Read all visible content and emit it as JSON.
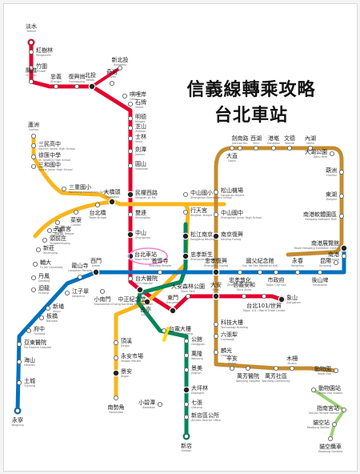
{
  "title": {
    "line1": "信義線轉乘攻略",
    "line2": "台北車站"
  },
  "colors": {
    "red": "#e3002c",
    "orange": "#f8b61c",
    "green": "#008659",
    "blue": "#0070bd",
    "brown": "#c48c31",
    "yellow": "#fedb00",
    "lightgreen": "#9bd073",
    "highlight": "#ee82d6"
  },
  "stations": {
    "tamsui": {
      "zh": "淡水",
      "en": "Tamsui"
    },
    "hongshulin": {
      "zh": "紅樹林",
      "en": "Hongshulin"
    },
    "zhuwei": {
      "zh": "竹圍",
      "en": "Zhuwei"
    },
    "guandu": {
      "zh": "關渡",
      "en": "Guandu"
    },
    "zhongyi": {
      "zh": "忠義",
      "en": "Zhongyi"
    },
    "fuxinggang": {
      "zh": "復興崗",
      "en": "Fuxinggang"
    },
    "beitou": {
      "zh": "北投",
      "en": "Beitou"
    },
    "xinbeitou": {
      "zh": "新北投",
      "en": "Xinbeitou"
    },
    "qiyan": {
      "zh": "奇岩",
      "en": "Qiyan"
    },
    "qilian": {
      "zh": "唭哩岸",
      "en": "Qilian"
    },
    "shipai": {
      "zh": "石牌",
      "en": "Shipai"
    },
    "mingde": {
      "zh": "明德",
      "en": "Mingde"
    },
    "zhishan": {
      "zh": "芝山",
      "en": "Zhishan"
    },
    "shilin": {
      "zh": "士林",
      "en": "Shilin"
    },
    "jiantan": {
      "zh": "劍潭",
      "en": "Jiantan"
    },
    "yuanshan": {
      "zh": "圓山",
      "en": "Yuanshan"
    },
    "minquanwrd": {
      "zh": "民權西路",
      "en": "Minquan W. Rd."
    },
    "shuanglian": {
      "zh": "雙連",
      "en": "Shuanglian"
    },
    "zhongshan": {
      "zh": "中山",
      "en": "Zhongshan"
    },
    "taipeimain": {
      "zh": "台北車站",
      "en": "Taipei Main Station"
    },
    "ntuh": {
      "zh": "台大醫院",
      "en": "NTU Hospital"
    },
    "cks": {
      "zh": "中正紀念堂",
      "en": "Chiang Kai-Shek Memorial Hall"
    },
    "dongmen": {
      "zh": "東門",
      "en": "Dongmen"
    },
    "daanpark": {
      "zh": "大安森林公園",
      "en": "Daan Park"
    },
    "daan": {
      "zh": "大安",
      "en": "Daan"
    },
    "xinyianhe": {
      "zh": "信義安和",
      "en": "Xinyi Anhe"
    },
    "taipei101": {
      "zh": "台北101/世貿",
      "en": "Taipei 101 / World Trade Center"
    },
    "xiangshan": {
      "zh": "象山",
      "en": "Xiangshan"
    },
    "luzhou": {
      "zh": "蘆洲",
      "en": "Luzhou"
    },
    "sanminhs": {
      "zh": "三民高中",
      "en": "Sanmin Senior High School"
    },
    "xuheshs": {
      "zh": "徐匯中學",
      "en": "St. Ignatius High School"
    },
    "sanhejhs": {
      "zh": "三和國中",
      "en": "Sanhe Junior High School"
    },
    "sanchongel": {
      "zh": "三重國小",
      "en": "Sanchong Elementary School"
    },
    "daqiaotou": {
      "zh": "大橋頭",
      "en": "Daqiaotou"
    },
    "taipeibridge": {
      "zh": "台北橋",
      "en": "Taipei Bridge"
    },
    "cailiao": {
      "zh": "菜寮",
      "en": "Cailiao"
    },
    "sanchong": {
      "zh": "三重",
      "en": "Sanchong"
    },
    "xianse": {
      "zh": "先嗇宮",
      "en": "Xianse Temple"
    },
    "touqianzhuang": {
      "zh": "頭前庄",
      "en": "Touqianzhuang"
    },
    "xinzhuang": {
      "zh": "新莊",
      "en": "Xinzhuang"
    },
    "furen": {
      "zh": "輔大",
      "en": "Fu Jen University"
    },
    "danfeng": {
      "zh": "丹鳳",
      "en": "Danfeng"
    },
    "huilong": {
      "zh": "迴龍",
      "en": "Huilong"
    },
    "zhongshanel": {
      "zh": "中山國小",
      "en": "Zhongshan Elementary School"
    },
    "xingtiangong": {
      "zh": "行天宮",
      "en": "Xingtian Temple"
    },
    "songjiangnanjing": {
      "zh": "松江南京",
      "en": "Songjiang Nanjing"
    },
    "zhongxiaoxinsheng": {
      "zh": "忠孝新生",
      "en": "Zhongxiao Xinsheng"
    },
    "dongmenb": {
      "zh": "東門",
      "en": "Dongmen"
    },
    "guting": {
      "zh": "古亭",
      "en": "Guting"
    },
    "dingxi": {
      "zh": "頂溪",
      "en": "Dingxi"
    },
    "yongan": {
      "zh": "永安市場",
      "en": "Yongan Market"
    },
    "jingan": {
      "zh": "景安",
      "en": "Jingan"
    },
    "nanshijiao": {
      "zh": "南勢角",
      "en": "Nanshijiao"
    },
    "ximen": {
      "zh": "西門",
      "en": "Ximen"
    },
    "longshan": {
      "zh": "龍山寺",
      "en": "Longshan Temple"
    },
    "jiangzicui": {
      "zh": "江子翠",
      "en": "Jiangzicui"
    },
    "xinpu": {
      "zh": "新埔",
      "en": "Xinpu"
    },
    "banqiao": {
      "zh": "板橋",
      "en": "Banqiao"
    },
    "fuzhong": {
      "zh": "府中",
      "en": "Fuzhong"
    },
    "yadong": {
      "zh": "亞東醫院",
      "en": "Far Eastern Hospital"
    },
    "haishan": {
      "zh": "海山",
      "en": "Haishan"
    },
    "tucheng": {
      "zh": "土城",
      "en": "Tucheng"
    },
    "yongning": {
      "zh": "永寧",
      "en": "Yongning"
    },
    "shandao": {
      "zh": "善導寺",
      "en": "Shandao Temple"
    },
    "zhongxiaofuxing": {
      "zh": "忠孝復興",
      "en": "Zhongxiao Fuxing"
    },
    "zhongxiaodunhua": {
      "zh": "忠孝敦化",
      "en": "Zhongxiao Dunhua"
    },
    "sunyatsen": {
      "zh": "國父紀念館",
      "en": "Sun Yat-Sen Memorial Hall"
    },
    "cityhall": {
      "zh": "市政府",
      "en": "Taipei City Hall"
    },
    "yongchun": {
      "zh": "永春",
      "en": "Yongchun"
    },
    "houshanpi": {
      "zh": "後山埤",
      "en": "Houshanpi"
    },
    "kunyang": {
      "zh": "昆陽",
      "en": "Kunyang"
    },
    "nangang": {
      "zh": "南港",
      "en": "Nangang"
    },
    "nangangexh": {
      "zh": "南港展覽館",
      "en": "Taipei Nangang Exhibition Center"
    },
    "xiaonanmen": {
      "zh": "小南門",
      "en": "Xiaonanmen"
    },
    "taipower": {
      "zh": "台電大樓",
      "en": "Taipower Building"
    },
    "gongguan": {
      "zh": "公館",
      "en": "Gongguan"
    },
    "wanlong": {
      "zh": "萬隆",
      "en": "Wanlong"
    },
    "jingmei": {
      "zh": "景美",
      "en": "Jingmei"
    },
    "dapinglin": {
      "zh": "大坪林",
      "en": "Dapinglin"
    },
    "qizhang": {
      "zh": "七張",
      "en": "Qizhang"
    },
    "xiaobitan": {
      "zh": "小碧潭",
      "en": "Xiaobitan"
    },
    "xindiando": {
      "zh": "新店區公所",
      "en": "Xindian District Office"
    },
    "xindian": {
      "zh": "新店",
      "en": "Xindian"
    },
    "songshanairport": {
      "zh": "松山機場",
      "en": "Songshan Airport"
    },
    "zhongshanjh": {
      "zh": "中山國中",
      "en": "Zhongshan Junior High School"
    },
    "nanjingfuxing": {
      "zh": "南京復興",
      "en": "Nanjing Fuxing"
    },
    "dazhi": {
      "zh": "大直",
      "en": "Dazhi"
    },
    "jiannan": {
      "zh": "劍南路",
      "en": "Jiannan Rd."
    },
    "xihu": {
      "zh": "西湖",
      "en": "Xihu"
    },
    "gangqian": {
      "zh": "港墘",
      "en": "Gangqian"
    },
    "wende": {
      "zh": "文德",
      "en": "Wende"
    },
    "neihu": {
      "zh": "內湖",
      "en": "Neihu"
    },
    "dahu": {
      "zh": "大湖公園",
      "en": "Dahu Park"
    },
    "huzhou": {
      "zh": "葫洲",
      "en": "Huzhou"
    },
    "donghu": {
      "zh": "東湖",
      "en": "Donghu"
    },
    "nangangsoft": {
      "zh": "南港軟體園區",
      "en": "Nangang Software Park"
    },
    "technology": {
      "zh": "科技大樓",
      "en": "Technology Building"
    },
    "liuzhangli": {
      "zh": "六張犁",
      "en": "Liuzhangli"
    },
    "linguang": {
      "zh": "麟光",
      "en": "Linguang"
    },
    "xinhai": {
      "zh": "辛亥",
      "en": "Xinhai"
    },
    "wanfang": {
      "zh": "萬芳醫院",
      "en": "Wanfang Hospital"
    },
    "wanfangcomm": {
      "zh": "萬芳社區",
      "en": "Wanfang Community"
    },
    "muzha": {
      "zh": "木柵",
      "en": "Muzha"
    },
    "taipeizoo": {
      "zh": "動物園",
      "en": "Taipei Zoo"
    },
    "zoostn": {
      "zh": "動物園站",
      "en": "Taipei Zoo Station"
    },
    "zhinan": {
      "zh": "指南宮站",
      "en": "Zhinan Temple Station"
    },
    "maokong": {
      "zh": "貓空站",
      "en": "Maokong Station"
    },
    "maokonggondola": {
      "zh": "貓空纜車",
      "en": "Maokong Gondola"
    }
  }
}
